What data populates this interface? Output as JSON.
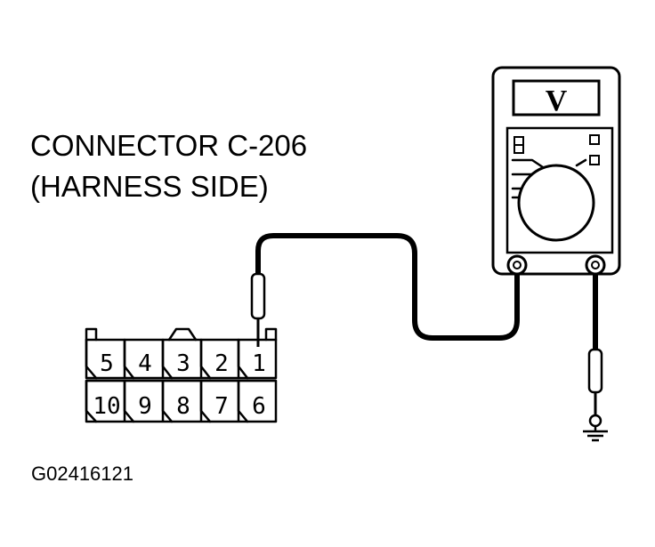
{
  "diagram": {
    "title_line1": "CONNECTOR C-206",
    "title_line2": "(HARNESS SIDE)",
    "figure_id": "G02416121",
    "meter_symbol": "V",
    "icons": [
      "multimeter-icon",
      "ground-symbol-icon",
      "test-probe-icon",
      "connector-icon"
    ],
    "connector": {
      "top_row_pins": [
        "5",
        "4",
        "3",
        "2",
        "1"
      ],
      "bottom_row_pins": [
        "10",
        "9",
        "8",
        "7",
        "6"
      ],
      "probed_pin": "1"
    }
  }
}
